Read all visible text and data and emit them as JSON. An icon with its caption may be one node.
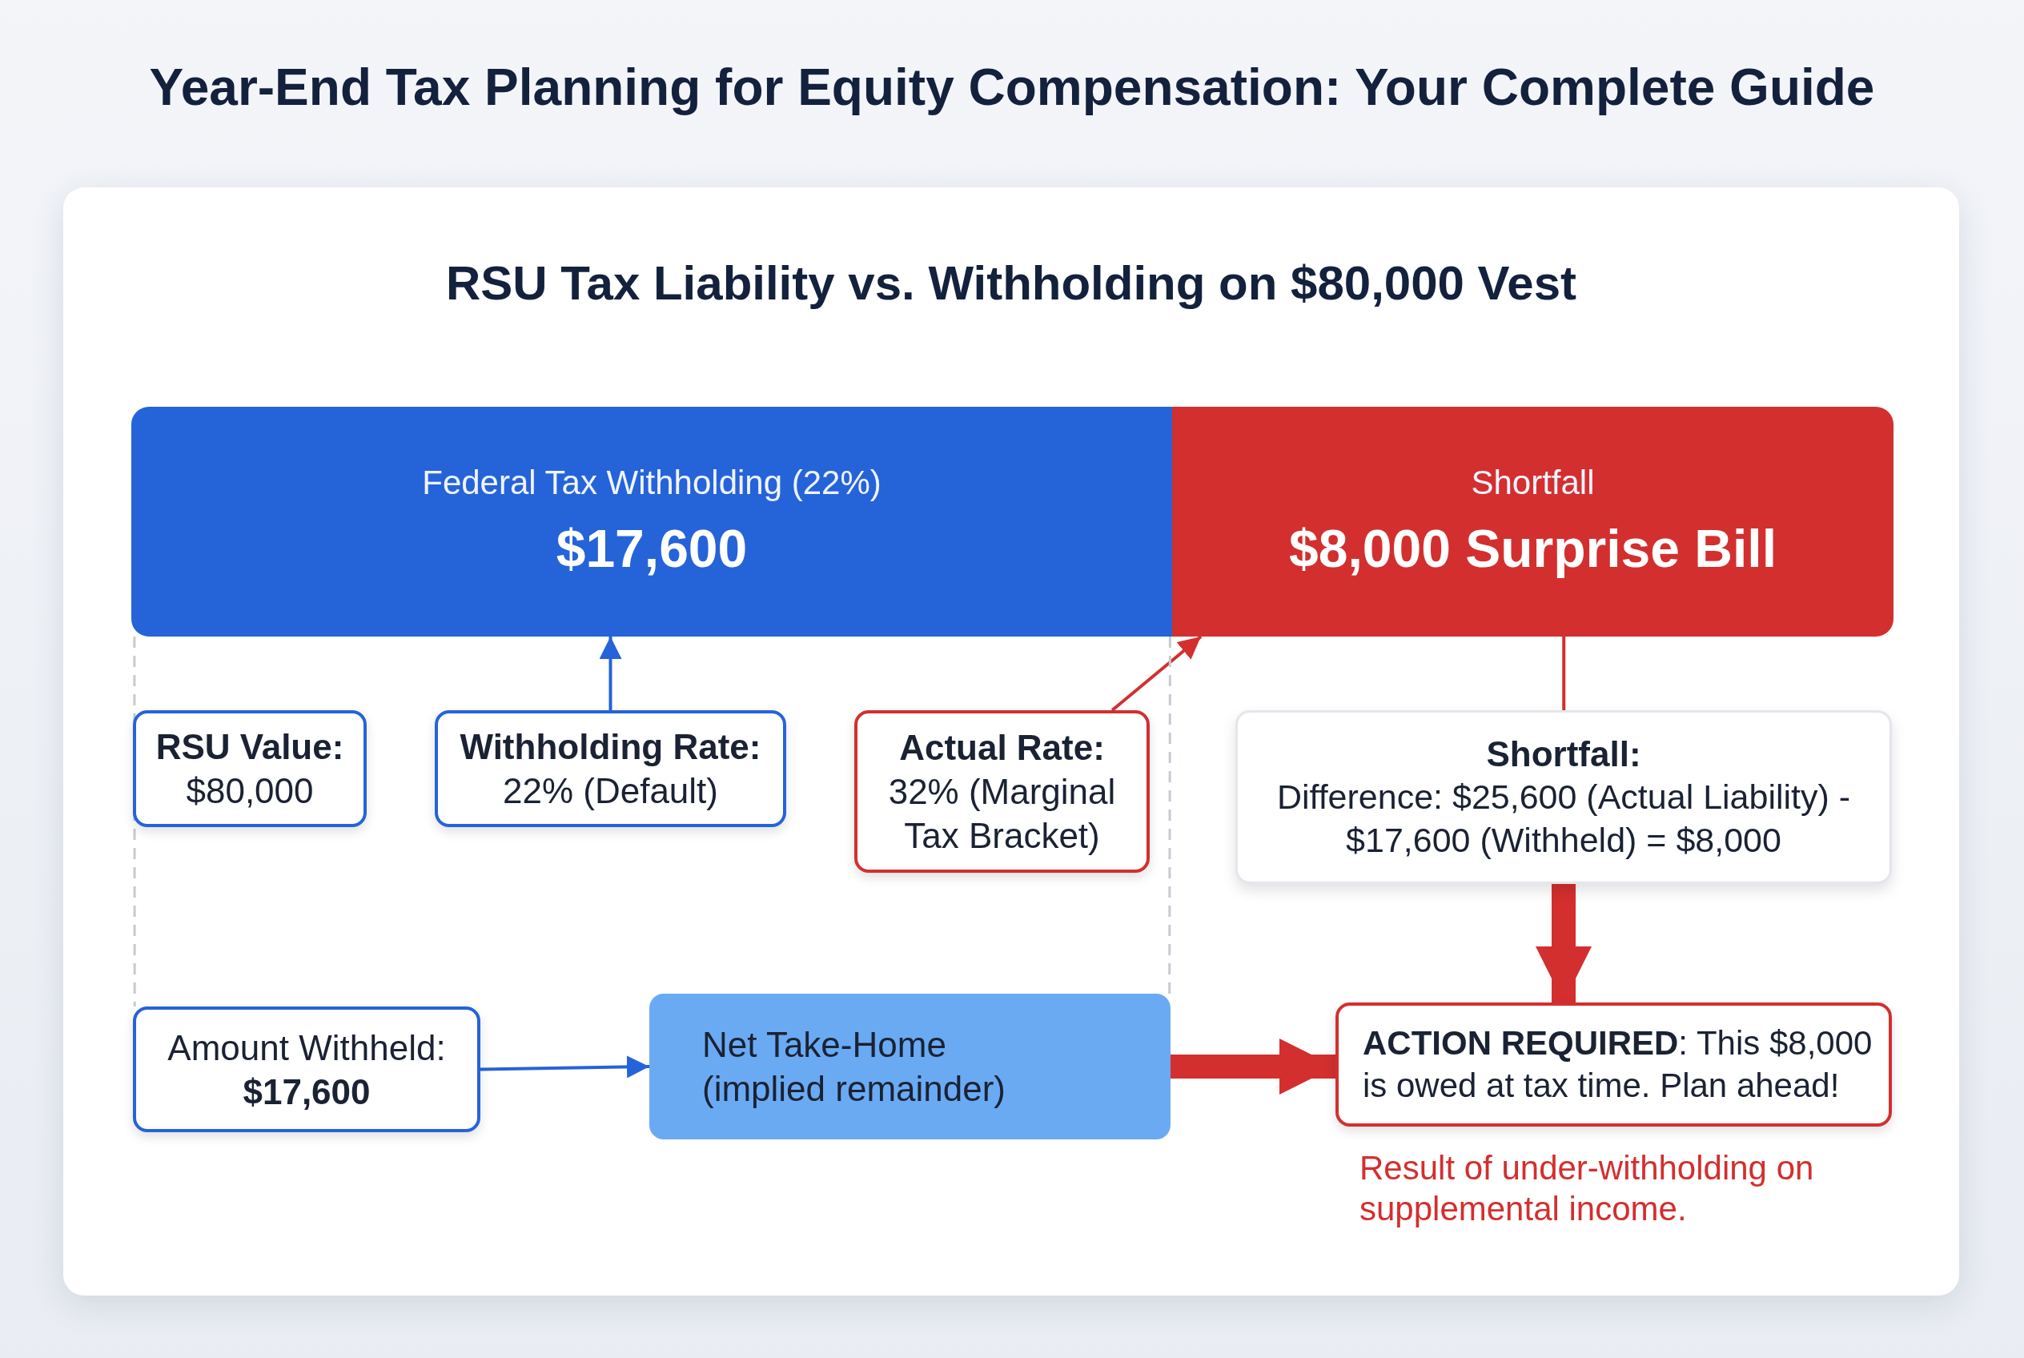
{
  "diagram": {
    "title": "Year-End Tax Planning for Equity Compensation: Your Complete Guide",
    "nodes": [
      {
        "text": [
          "RSU Tax Liability vs. Withholding on $80,000 Vest"
        ]
      },
      {
        "text": [
          "Federal Tax Withholding (22%)",
          "$17,600"
        ],
        "in": 0
      },
      {
        "text": [
          "Shortfall",
          "$8,000 Surprise Bill"
        ],
        "in": 0
      },
      {
        "text": [
          "RSU Value:",
          "$80,000"
        ],
        "in": 0
      },
      {
        "text": [
          "Withholding Rate:",
          "22% (Default)"
        ],
        "in": 0
      },
      {
        "text": [
          "Actual Rate:",
          "32% (Marginal Tax Bracket)"
        ],
        "in": 0
      },
      {
        "text": [
          "Shortfall:",
          "Difference: $25,600 (Actual Liability) - $17,600 (Withheld) = $8,000"
        ],
        "in": 0
      },
      {
        "text": [
          "Amount Withheld:",
          "$17,600"
        ],
        "in": 0
      },
      {
        "text": [
          "Net Take-Home (implied remainder)"
        ],
        "in": 0
      },
      {
        "text": [
          "**ACTION REQUIRED**: This $8,000 is owed at tax time. Plan ahead!"
        ],
        "in": 0,
        "beside": [
          "Result of under-withholding on supplemental income."
        ]
      }
    ],
    "edges": [
      {
        "from": 4,
        "to": 1,
        "arrow": "to",
        "color": "#2563d9"
      },
      {
        "from": 5,
        "to": 2,
        "arrow": "to"
      },
      {
        "from": 2,
        "to": 6,
        "arrow": "none"
      },
      {
        "from": 6,
        "to": 9,
        "arrow": "to",
        "style": "thick"
      },
      {
        "from": 7,
        "to": 8,
        "arrow": "to",
        "color": "#2563d9"
      },
      {
        "from": 8,
        "to": 9,
        "arrow": "to",
        "style": "thick"
      },
      {
        "from": 1,
        "to": 7,
        "arrow": "none",
        "style": "dashed",
        "color": "#c5cad3"
      },
      {
        "from": 1,
        "to": 8,
        "arrow": "none",
        "style": "dashed",
        "color": "#c5cad3"
      }
    ]
  }
}
